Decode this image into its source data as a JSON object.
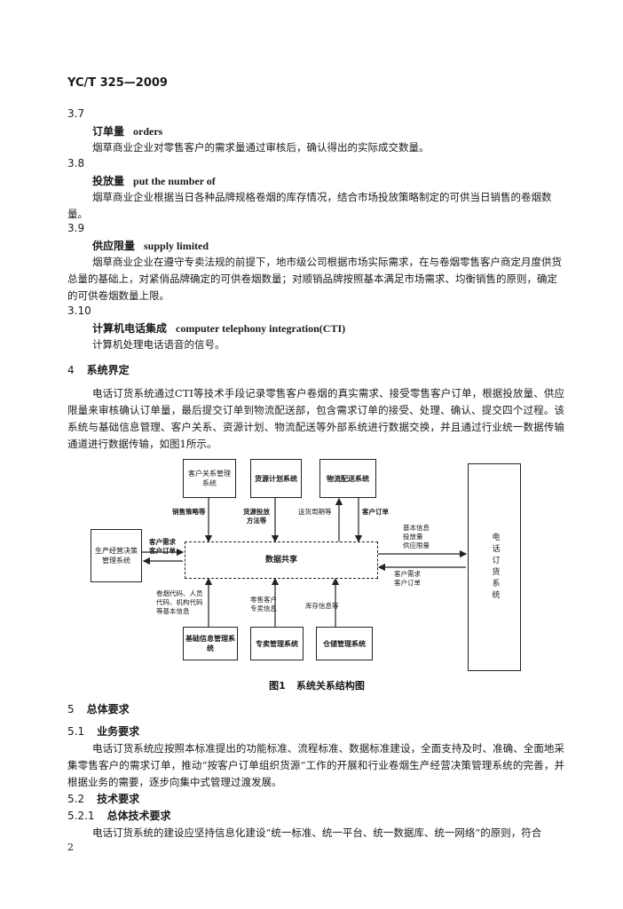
{
  "header": {
    "std_code": "YC/T 325—2009"
  },
  "terms": [
    {
      "num": "3.7",
      "zh": "订单量",
      "en": "orders",
      "def": "烟草商业企业对零售客户的需求量通过审核后，确认得出的实际成交数量。"
    },
    {
      "num": "3.8",
      "zh": "投放量",
      "en": "put the number of",
      "def": "烟草商业企业根据当日各种品牌规格卷烟的库存情况，结合市场投放策略制定的可供当日销售的卷烟数量。"
    },
    {
      "num": "3.9",
      "zh": "供应限量",
      "en": "supply limited",
      "def": "烟草商业企业在遵守专卖法规的前提下，地市级公司根据市场实际需求，在与卷烟零售客户商定月度供货总量的基础上，对紧俏品牌确定的可供卷烟数量；对顺销品牌按照基本满足市场需求、均衡销售的原则，确定的可供卷烟数量上限。"
    },
    {
      "num": "3.10",
      "zh": "计算机电话集成",
      "en": "computer telephony integration(CTI)",
      "def": "计算机处理电话语音的信号。"
    }
  ],
  "section4": {
    "num": "4",
    "title": "系统界定",
    "para": "电话订货系统通过CTI等技术手段记录零售客户卷烟的真实需求、接受零售客户订单，根据投放量、供应限量来审核确认订单量，最后提交订单到物流配送部，包含需求订单的接受、处理、确认、提交四个过程。该系统与基础信息管理、客户关系、资源计划、物流配送等外部系统进行数据交换，并且通过行业统一数据传输通道进行数据传输，如图1所示。"
  },
  "diagram": {
    "top_boxes": [
      "客户关系管理系统",
      "货源计划系统",
      "物流配送系统"
    ],
    "left_box": "生产经营决策管理系统",
    "center_box": "数据共享",
    "right_box": "电话订货系统",
    "bottom_boxes": [
      "基础信息管理系统",
      "专卖管理系统",
      "仓储管理系统"
    ],
    "labels": {
      "sales_strategy": "销售策略等",
      "supply_method": "货源投放\n方法等",
      "delivery_cycle": "送货周期等",
      "customer_order": "客户订单",
      "basic_info": "基本信息\n投放量\n供应限量",
      "demand_order": "客户需求\n客户订单",
      "left_demand": "客户需求\n客户订单",
      "codes": "卷烟代码、人员\n代码、机构代码\n等基本信息",
      "retail_license": "零售客户\n专卖信息",
      "inventory": "库存信息等"
    },
    "caption_num": "图1",
    "caption_text": "系统关系结构图"
  },
  "section5": {
    "num": "5",
    "title": "总体要求",
    "s51_num": "5.1",
    "s51_title": "业务要求",
    "s51_para": "电话订货系统应按照本标准提出的功能标准、流程标准、数据标准建设，全面支持及时、准确、全面地采集零售客户的需求订单，推动“按客户订单组织货源”工作的开展和行业卷烟生产经营决策管理系统的完善，并根据业务的需要，逐步向集中式管理过渡发展。",
    "s52_num": "5.2",
    "s52_title": "技术要求",
    "s521_num": "5.2.1",
    "s521_title": "总体技术要求",
    "s521_para": "电话订货系统的建设应坚持信息化建设“统一标准、统一平台、统一数据库、统一网络”的原则，符合"
  },
  "footer": {
    "page_number": "2"
  }
}
